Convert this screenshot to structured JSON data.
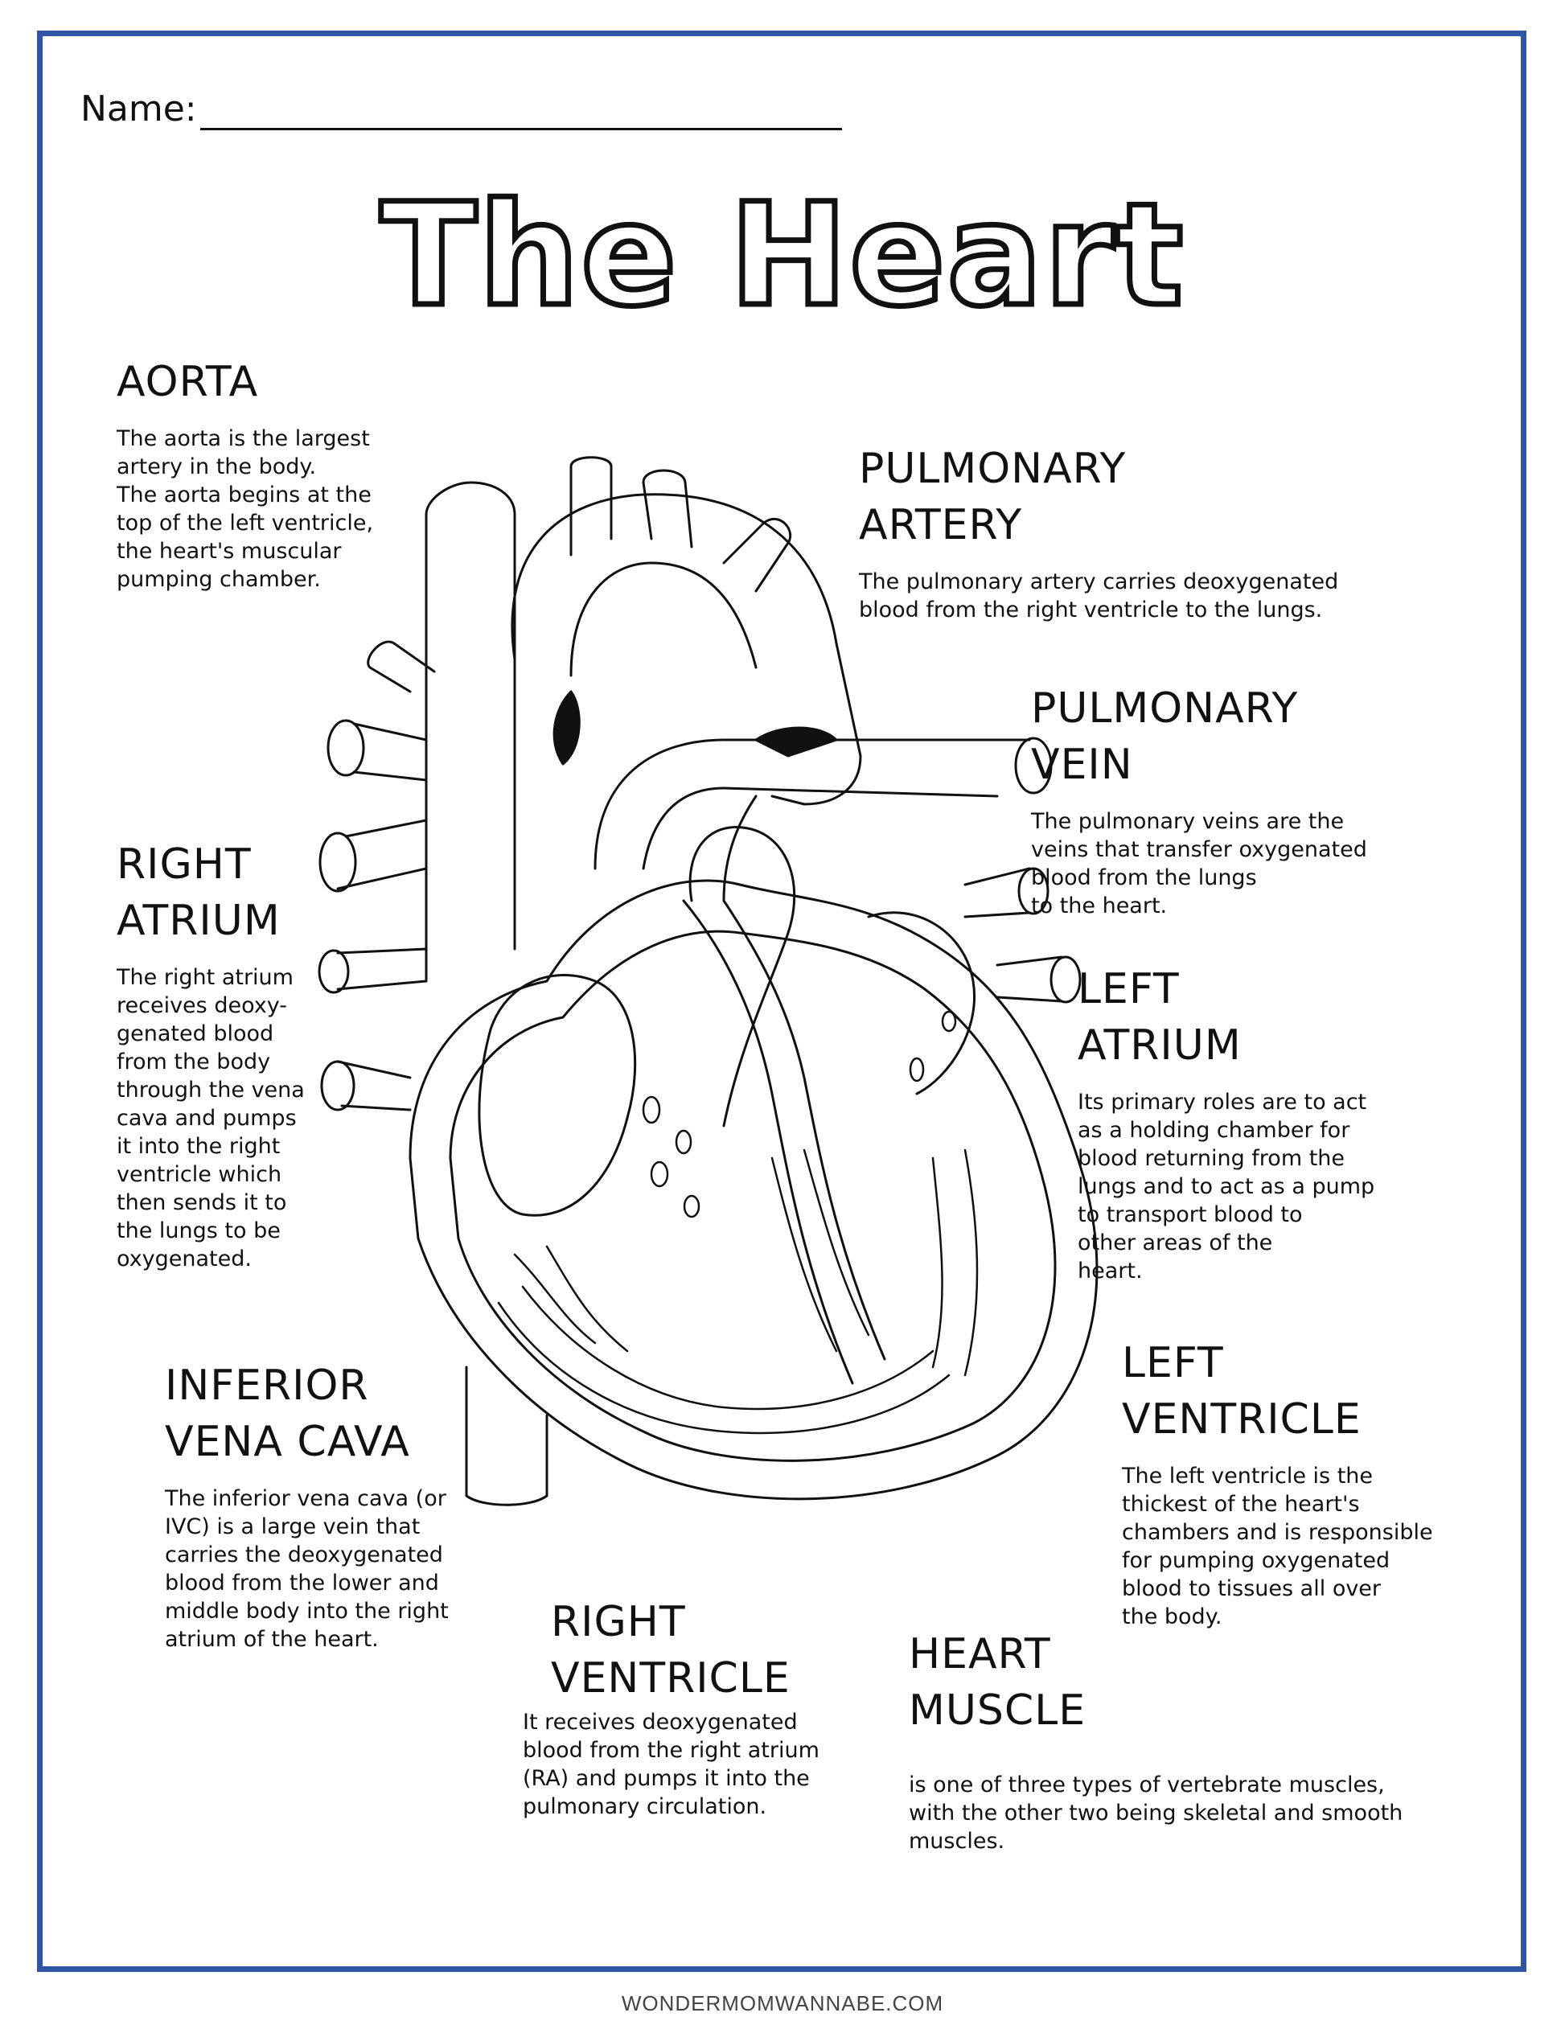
{
  "header": {
    "name_label": "Name:",
    "title": "The Heart"
  },
  "sections": {
    "aorta": {
      "heading": "AORTA",
      "desc": "The aorta is the largest\nartery in the body.\nThe aorta begins at the\ntop of the left ventricle,\nthe heart's muscular\npumping chamber."
    },
    "pulmonary_artery": {
      "heading": "PULMONARY\nARTERY",
      "desc": "The pulmonary artery carries deoxygenated\nblood from the right ventricle to the lungs."
    },
    "pulmonary_vein": {
      "heading": "PULMONARY\nVEIN",
      "desc": "The pulmonary veins are the\nveins that transfer oxygenated\nblood from the lungs\nto the heart."
    },
    "right_atrium": {
      "heading": "RIGHT\nATRIUM",
      "desc": "The right atrium\nreceives deoxy-\ngenated blood\nfrom the body\nthrough the vena\ncava and pumps\nit into the right\nventricle which\nthen sends it to\nthe lungs to be\noxygenated."
    },
    "left_atrium": {
      "heading": "LEFT\nATRIUM",
      "desc": "Its primary roles are to act\n  as a holding chamber for\n    blood returning from the\n     lungs and to act as a pump\n       to transport blood to\n         other areas of the\n              heart."
    },
    "inferior_vena_cava": {
      "heading": "INFERIOR\nVENA CAVA",
      "desc": "The inferior vena cava (or\nIVC) is a large vein that\ncarries the deoxygenated\nblood from the lower and\nmiddle body into the right\natrium of the heart."
    },
    "left_ventricle": {
      "heading": "LEFT\nVENTRICLE",
      "desc": "   The left ventricle is the\n  thickest of the heart's\nchambers and is responsible\nfor pumping oxygenated\nblood to tissues all over\n the body."
    },
    "right_ventricle": {
      "heading": "RIGHT\nVENTRICLE",
      "desc": "It receives deoxygenated\nblood from the right atrium\n(RA) and pumps it into the\npulmonary circulation."
    },
    "heart_muscle": {
      "heading": "HEART\nMUSCLE",
      "desc": "is one of three types of vertebrate muscles,\nwith the other two being skeletal and smooth\nmuscles."
    }
  },
  "footer": {
    "site": "WONDERMOMWANNABE.COM"
  },
  "colors": {
    "border": "#2f55a4",
    "ink": "#111111"
  }
}
